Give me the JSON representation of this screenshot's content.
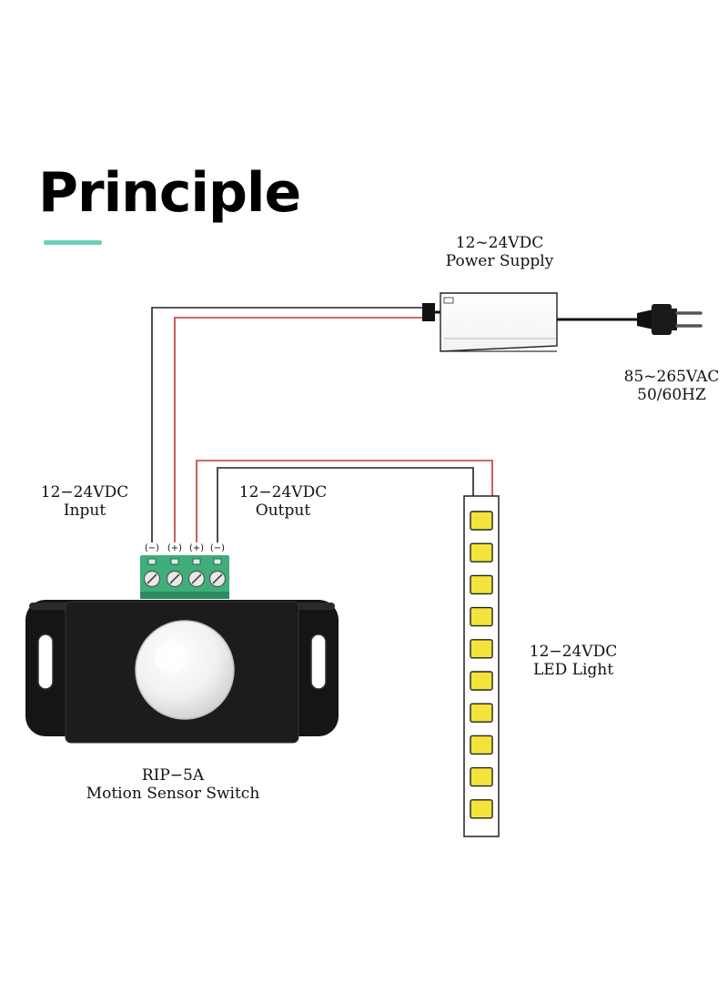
{
  "title": "Principle",
  "colors": {
    "accent": "#6fcfbe",
    "wire_positive": "#c0392b",
    "wire_negative": "#222222",
    "terminal_block": "#3fae7a",
    "sensor_body": "#151515",
    "led_chip": "#f3e43a"
  },
  "labels": {
    "power_supply": {
      "line1": "12~24VDC",
      "line2": "Power Supply"
    },
    "mains": {
      "line1": "85~265VAC",
      "line2": "50/60HZ"
    },
    "input": {
      "line1": "12−24VDC",
      "line2": "Input"
    },
    "output": {
      "line1": "12−24VDC",
      "line2": "Output"
    },
    "led": {
      "line1": "12−24VDC",
      "line2": "LED Light"
    },
    "sensor": {
      "line1": "RIP−5A",
      "line2": "Motion Sensor Switch"
    }
  },
  "terminals": [
    "(−)",
    "(+)",
    "(+)",
    "(−)"
  ],
  "led_chip_count": 10
}
